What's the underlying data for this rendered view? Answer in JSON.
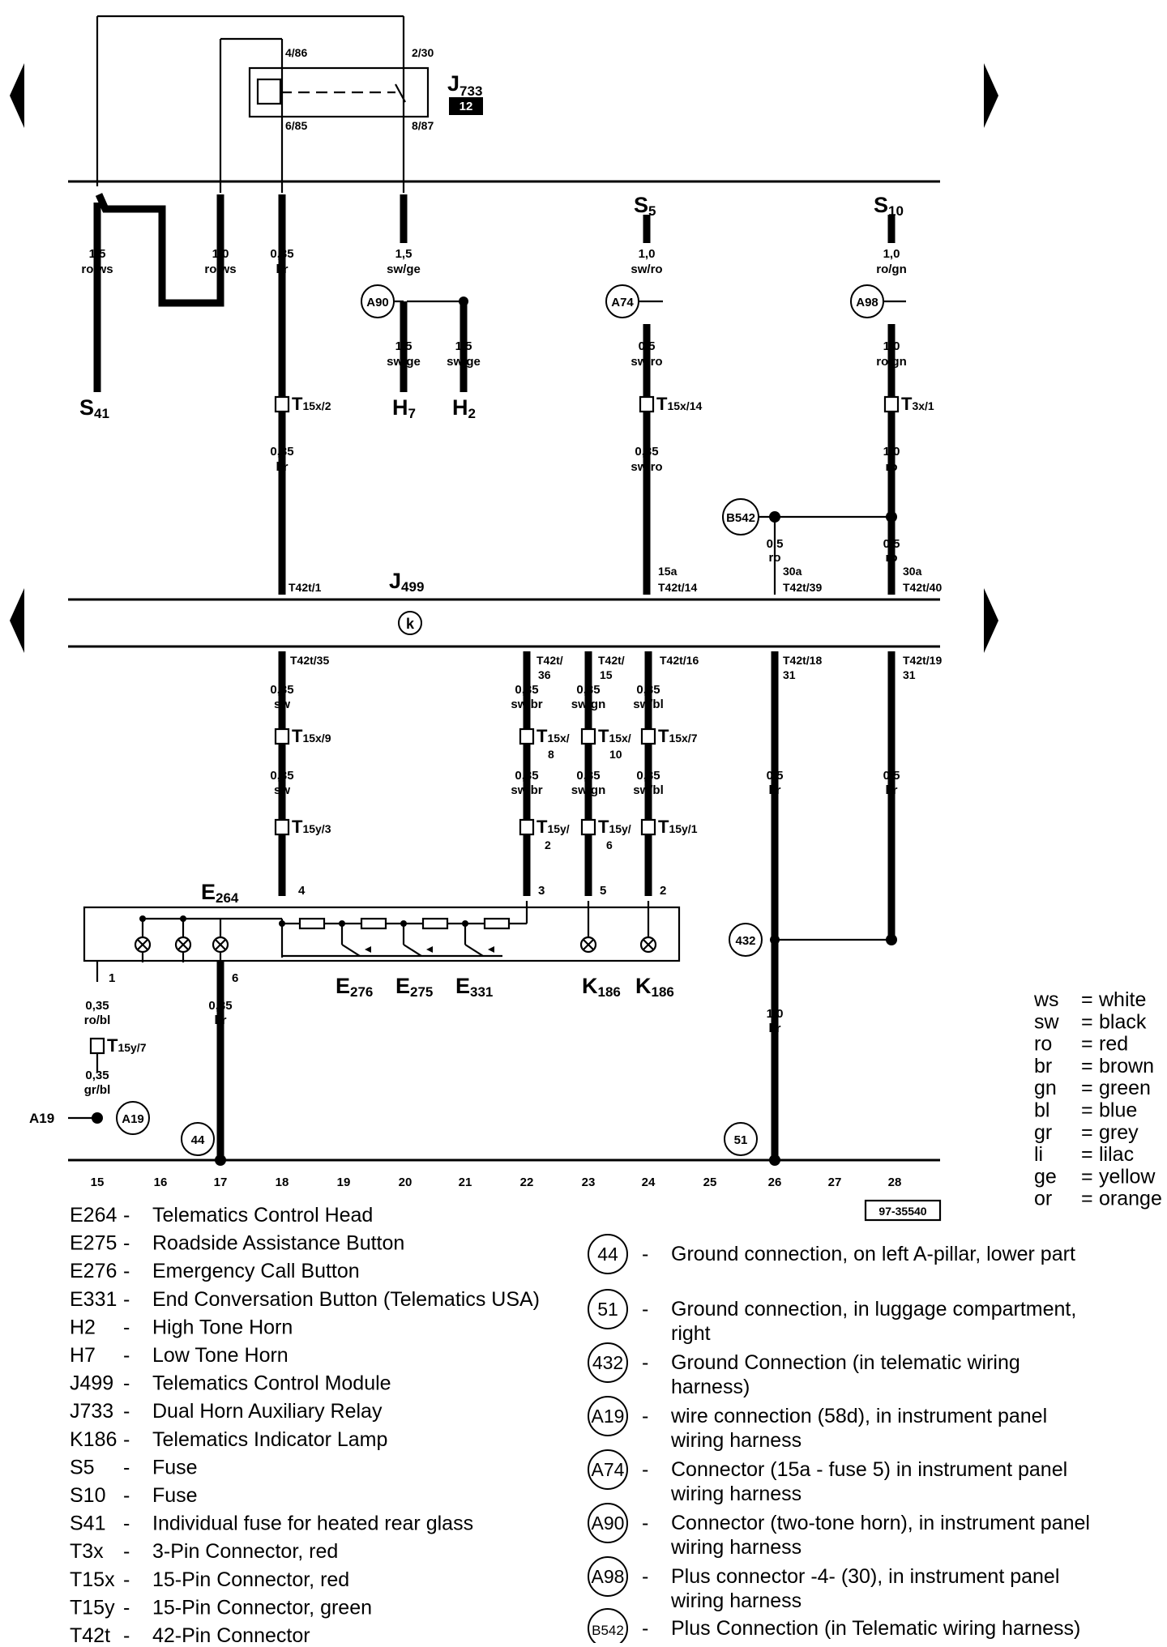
{
  "diagram": {
    "drawing_number": "97-35540",
    "components": {
      "j733": {
        "prefix": "J",
        "sub": "733",
        "badge": "12"
      },
      "j499": {
        "prefix": "J",
        "sub": "499"
      },
      "s5": {
        "prefix": "S",
        "sub": "5"
      },
      "s10": {
        "prefix": "S",
        "sub": "10"
      },
      "s41": {
        "prefix": "S",
        "sub": "41"
      },
      "h7": {
        "prefix": "H",
        "sub": "7"
      },
      "h2": {
        "prefix": "H",
        "sub": "2"
      },
      "e264": {
        "prefix": "E",
        "sub": "264"
      },
      "e276": {
        "prefix": "E",
        "sub": "276"
      },
      "e275": {
        "prefix": "E",
        "sub": "275"
      },
      "e331": {
        "prefix": "E",
        "sub": "331"
      },
      "k186a": {
        "prefix": "K",
        "sub": "186"
      },
      "k186b": {
        "prefix": "K",
        "sub": "186"
      }
    },
    "relay_pins": [
      "4/86",
      "2/30",
      "6/85",
      "8/87"
    ],
    "module_symbol": "k",
    "wires": {
      "w1": {
        "size": "1,5",
        "color": "ro/ws"
      },
      "w2": {
        "size": "1,0",
        "color": "ro/ws"
      },
      "w3": {
        "size": "0,35",
        "color": "br"
      },
      "w4": {
        "size": "1,5",
        "color": "sw/ge"
      },
      "w5": {
        "size": "1,0",
        "color": "sw/ro"
      },
      "w6": {
        "size": "1,0",
        "color": "ro/gn"
      },
      "w7": {
        "size": "1,5",
        "color": "sw/ge"
      },
      "w8": {
        "size": "1,5",
        "color": "sw/ge"
      },
      "w9": {
        "size": "0,5",
        "color": "sw/ro"
      },
      "w10": {
        "size": "1,0",
        "color": "ro/gn"
      },
      "w11": {
        "size": "0,35",
        "color": "br"
      },
      "w12": {
        "size": "0,35",
        "color": "sw/ro"
      },
      "w13": {
        "size": "1,0",
        "color": "ro"
      },
      "w14": {
        "size": "0,5",
        "color": "ro"
      },
      "w15": {
        "size": "0,5",
        "color": "ro"
      },
      "w16": {
        "size": "0,35",
        "color": "sw"
      },
      "w17": {
        "size": "0,35",
        "color": "sw/br"
      },
      "w18": {
        "size": "0,35",
        "color": "sw/gn"
      },
      "w19": {
        "size": "0,35",
        "color": "sw/bl"
      },
      "w20": {
        "size": "0,35",
        "color": "sw"
      },
      "w21": {
        "size": "0,35",
        "color": "sw/br"
      },
      "w22": {
        "size": "0,35",
        "color": "sw/gn"
      },
      "w23": {
        "size": "0,35",
        "color": "sw/bl"
      },
      "w24": {
        "size": "0,5",
        "color": "br"
      },
      "w25": {
        "size": "0,5",
        "color": "br"
      },
      "w26": {
        "size": "0,35",
        "color": "ro/bl"
      },
      "w27": {
        "size": "0,35",
        "color": "br"
      },
      "w28": {
        "size": "0,35",
        "color": "gr/bl"
      },
      "w29": {
        "size": "1,0",
        "color": "br"
      }
    },
    "connectors": {
      "t15x2": {
        "prefix": "T",
        "sub": "15x/2"
      },
      "t15x14": {
        "prefix": "T",
        "sub": "15x/14"
      },
      "t3x1": {
        "prefix": "T",
        "sub": "3x/1"
      },
      "t15x9": {
        "prefix": "T",
        "sub": "15x/9"
      },
      "t15x8": {
        "prefix": "T",
        "sub": "15x/",
        "line2": "8"
      },
      "t15x10": {
        "prefix": "T",
        "sub": "15x/",
        "line2": "10"
      },
      "t15x7": {
        "prefix": "T",
        "sub": "15x/7"
      },
      "t15y3": {
        "prefix": "T",
        "sub": "15y/3"
      },
      "t15y2": {
        "prefix": "T",
        "sub": "15y/",
        "line2": "2"
      },
      "t15y6": {
        "prefix": "T",
        "sub": "15y/",
        "line2": "6"
      },
      "t15y1": {
        "prefix": "T",
        "sub": "15y/1"
      },
      "t15y7": {
        "prefix": "T",
        "sub": "15y/7"
      }
    },
    "pins_top": [
      "T42t/1",
      "15a",
      "T42t/14",
      "30a",
      "T42t/39",
      "30a",
      "T42t/40"
    ],
    "pins_bottom": [
      "T42t/35",
      "T42t/",
      "36",
      "T42t/",
      "15",
      "T42t/16",
      "T42t/18",
      "31",
      "T42t/19",
      "31"
    ],
    "e264_pins": [
      "4",
      "3",
      "5",
      "2",
      "1",
      "6"
    ],
    "refs": [
      "A90",
      "A74",
      "A98",
      "B542",
      "432",
      "A19",
      "44",
      "51"
    ],
    "a19_side_label": "A19",
    "columns": [
      "15",
      "16",
      "17",
      "18",
      "19",
      "20",
      "21",
      "22",
      "23",
      "24",
      "25",
      "26",
      "27",
      "28"
    ]
  },
  "color_key": [
    {
      "code": "ws",
      "name": "white"
    },
    {
      "code": "sw",
      "name": "black"
    },
    {
      "code": "ro",
      "name": "red"
    },
    {
      "code": "br",
      "name": "brown"
    },
    {
      "code": "gn",
      "name": "green"
    },
    {
      "code": "bl",
      "name": "blue"
    },
    {
      "code": "gr",
      "name": "grey"
    },
    {
      "code": "li",
      "name": "lilac"
    },
    {
      "code": "ge",
      "name": "yellow"
    },
    {
      "code": "or",
      "name": "orange"
    }
  ],
  "legend_components": [
    {
      "code": "E264",
      "desc": "Telematics Control Head"
    },
    {
      "code": "E275",
      "desc": "Roadside Assistance Button"
    },
    {
      "code": "E276",
      "desc": "Emergency Call Button"
    },
    {
      "code": "E331",
      "desc": "End Conversation Button (Telematics USA)"
    },
    {
      "code": "H2",
      "desc": "High Tone Horn"
    },
    {
      "code": "H7",
      "desc": "Low Tone Horn"
    },
    {
      "code": "J499",
      "desc": "Telematics Control Module"
    },
    {
      "code": "J733",
      "desc": "Dual Horn Auxiliary Relay"
    },
    {
      "code": "K186",
      "desc": "Telematics Indicator Lamp"
    },
    {
      "code": "S5",
      "desc": "Fuse"
    },
    {
      "code": "S10",
      "desc": "Fuse"
    },
    {
      "code": "S41",
      "desc": "Individual fuse for heated rear glass"
    },
    {
      "code": "T3x",
      "desc": "3-Pin Connector, red"
    },
    {
      "code": "T15x",
      "desc": "15-Pin Connector, red"
    },
    {
      "code": "T15y",
      "desc": "15-Pin Connector, green"
    },
    {
      "code": "T42t",
      "desc": "42-Pin Connector"
    }
  ],
  "legend_connections": [
    {
      "ref": "44",
      "line1": "Ground connection, on left A-pillar, lower part",
      "line2": ""
    },
    {
      "ref": "51",
      "line1": "Ground connection, in luggage compartment,",
      "line2": "right"
    },
    {
      "ref": "432",
      "line1": "Ground Connection (in telematic wiring",
      "line2": "harness)"
    },
    {
      "ref": "A19",
      "line1": "wire connection (58d), in instrument panel",
      "line2": "wiring harness"
    },
    {
      "ref": "A74",
      "line1": "Connector (15a - fuse 5) in instrument panel",
      "line2": "wiring harness"
    },
    {
      "ref": "A90",
      "line1": "Connector (two-tone horn), in instrument panel",
      "line2": "wiring harness"
    },
    {
      "ref": "A98",
      "line1": "Plus connector -4- (30), in instrument panel",
      "line2": "wiring harness"
    },
    {
      "ref": "B542",
      "line1": "Plus Connection (in Telematic wiring harness)",
      "line2": ""
    }
  ]
}
